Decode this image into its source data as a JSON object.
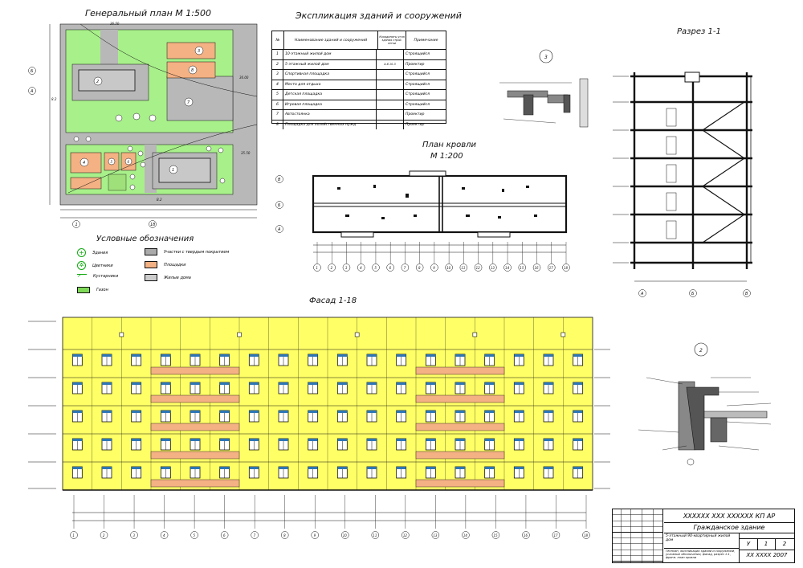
{
  "titles": {
    "site_plan": "Генеральный план   М 1:500",
    "explication": "Экспликация зданий и сооружений",
    "section": "Разрез 1-1",
    "roof_plan_1": "План кровли",
    "roof_plan_2": "М 1:200",
    "legend": "Условные обозначения",
    "facade": "Фасад 1-18",
    "detail3": "3",
    "detail2": "2"
  },
  "explication": {
    "headers": [
      "№",
      "Наименование зданий и сооружений",
      "Координаты угла здания строй. сетки",
      "Примечание"
    ],
    "rows": [
      [
        "1",
        "10-этажный жилой дом",
        "",
        "Строящийся"
      ],
      [
        "2",
        "5-этажный жилой дом",
        "А-6 10-3",
        "Проектир"
      ],
      [
        "3",
        "Спортивная площадка",
        "",
        "Строящийся"
      ],
      [
        "4",
        "Место для отдыха",
        "",
        "Строящийся"
      ],
      [
        "5",
        "Детская площадка",
        "",
        "Строящийся"
      ],
      [
        "6",
        "Игровая площадка",
        "",
        "Строящийся"
      ],
      [
        "7",
        "Автостоянка",
        "",
        "Проектир"
      ],
      [
        "8",
        "Площадка для хозяйственных нужд",
        "",
        "Проектир"
      ]
    ]
  },
  "legend": {
    "items": [
      {
        "label": "Здания"
      },
      {
        "label": "Цветники"
      },
      {
        "label": "Кустарники"
      },
      {
        "label": "Газон"
      },
      {
        "label": "Участки с твердым покрытием"
      },
      {
        "label": "Площадки"
      },
      {
        "label": "Жилые дома"
      }
    ]
  },
  "site_plan": {
    "dims": {
      "top": "36.50",
      "right_top": "36.00",
      "right_mid": "35.50",
      "left": "8.2",
      "bottom_1": "B.2"
    },
    "axis_letters": [
      "Б",
      "А"
    ],
    "axis_numbers": [
      "1",
      "18"
    ],
    "blocks": [
      "1",
      "2",
      "3",
      "4",
      "5",
      "6",
      "7",
      "8"
    ]
  },
  "roof_plan": {
    "axes_letters": [
      "В",
      "Б",
      "А"
    ],
    "axes_numbers": [
      "1",
      "2",
      "3",
      "4",
      "5",
      "6",
      "7",
      "8",
      "9",
      "10",
      "11",
      "12",
      "13",
      "14",
      "15",
      "16",
      "17",
      "18"
    ]
  },
  "section_axes": [
    "А",
    "Б",
    "В"
  ],
  "facade_axes": [
    "1",
    "2",
    "3",
    "4",
    "5",
    "6",
    "7",
    "8",
    "9",
    "10",
    "11",
    "12",
    "13",
    "14",
    "15",
    "16",
    "17",
    "18"
  ],
  "stamp": {
    "code": "XXXXXX  XXX  XXXXXX  КП АР",
    "project": "Гражданское здание",
    "item": "5-этажный 90-квартирный жилой дом",
    "stage": "У",
    "sheet": "1",
    "sheets": "2",
    "contents": "Генплан, экспликация зданий и сооружений, условные обозначения, фасад, разрез 1-1, фрагм. план кровли",
    "org": "XX XXXX 2007"
  },
  "colors": {
    "yellow": "#FFFF66",
    "salmon": "#F4B183",
    "green": "#A8F08A",
    "grey": "#AAAAAA",
    "line": "#111111"
  }
}
